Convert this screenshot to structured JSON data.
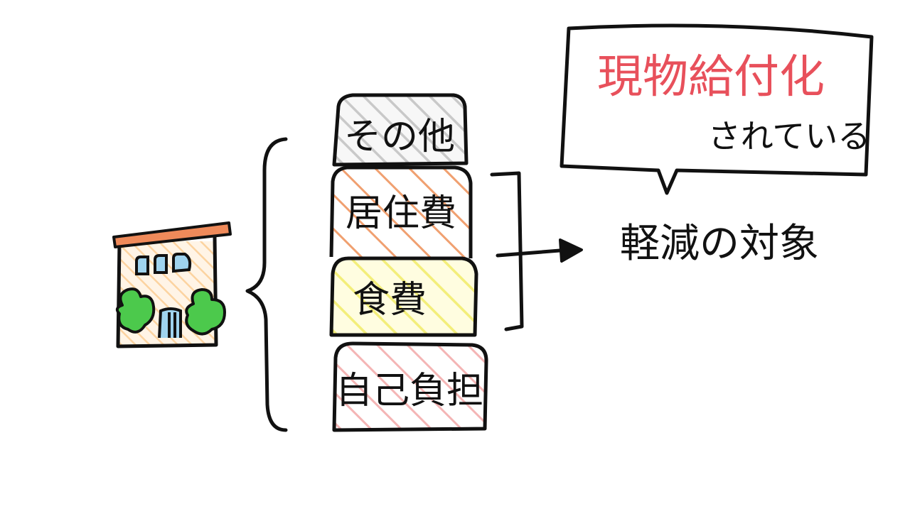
{
  "colors": {
    "ink": "#111111",
    "accent_red": "#e8505b",
    "roof_orange": "#ef8a5a",
    "hatch_gray": "#c9c9c9",
    "hatch_orange": "#f0a070",
    "hatch_yellow": "#f3ee7a",
    "hatch_pink": "#f4b5b5",
    "tree_green": "#4cc94c",
    "window_blue": "#9fd3ee",
    "wall_tint": "#fde3c0"
  },
  "icons": {
    "building": "building-icon",
    "arrow": "arrow-right-icon"
  },
  "stack": [
    {
      "label": "その他",
      "hatch": "gray"
    },
    {
      "label": "居住費",
      "hatch": "orange"
    },
    {
      "label": "食費",
      "hatch": "yellow"
    },
    {
      "label": "自己負担",
      "hatch": "pink"
    }
  ],
  "target": {
    "label": "軽減の対象"
  },
  "bubble": {
    "main": "現物給付化",
    "sub": "されている"
  }
}
